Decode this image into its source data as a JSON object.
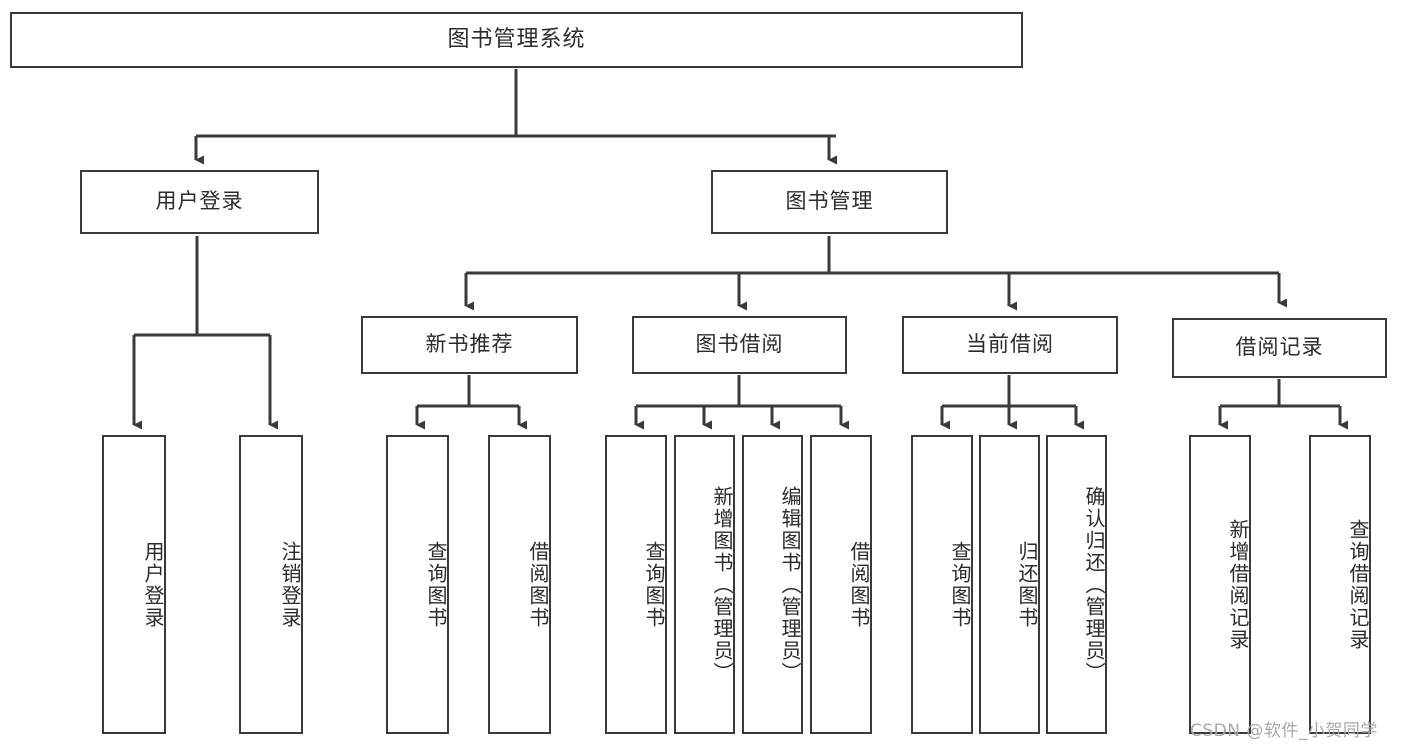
{
  "diagram": {
    "title": "图书管理系统",
    "type": "tree-hierarchy-chart",
    "root": {
      "label": "图书管理系统"
    },
    "level2": [
      {
        "label": "用户登录"
      },
      {
        "label": "图书管理"
      }
    ],
    "level3": [
      {
        "label": "新书推荐"
      },
      {
        "label": "图书借阅"
      },
      {
        "label": "当前借阅"
      },
      {
        "label": "借阅记录"
      }
    ],
    "leaves": {
      "user_login": [
        {
          "label": "用户登录"
        },
        {
          "label": "注销登录"
        }
      ],
      "new_book_recommend": [
        {
          "label": "查询图书"
        },
        {
          "label": "借阅图书"
        }
      ],
      "book_borrow": [
        {
          "label": "查询图书"
        },
        {
          "label": "新增图书（管理员）"
        },
        {
          "label": "编辑图书（管理员）"
        },
        {
          "label": "借阅图书"
        }
      ],
      "current_borrow": [
        {
          "label": "查询图书"
        },
        {
          "label": "归还图书"
        },
        {
          "label": "确认归还（管理员）"
        }
      ],
      "borrow_record": [
        {
          "label": "新增借阅记录"
        },
        {
          "label": "查询借阅记录"
        }
      ]
    },
    "colors": {
      "border": "#3a3a3a",
      "text": "#2b2b2b",
      "background": "#ffffff",
      "watermark": "#a8a8a8"
    }
  },
  "watermark": {
    "text": "CSDN @软件_小贺同学"
  }
}
